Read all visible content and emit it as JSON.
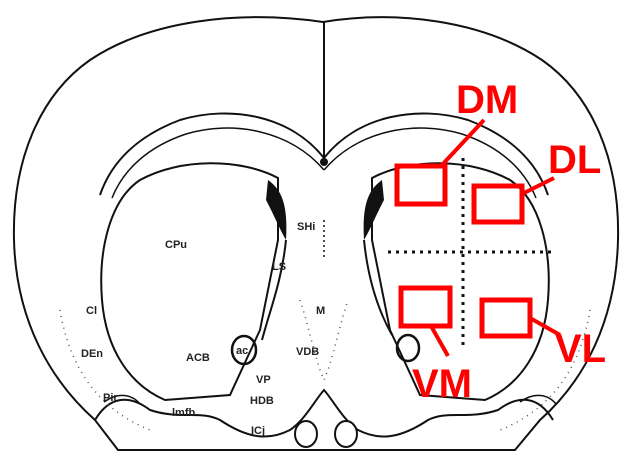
{
  "colors": {
    "outline": "#111111",
    "highlight": "#ff0000",
    "background": "#ffffff"
  },
  "anatomy_labels": {
    "cpu": "CPu",
    "shi": "SHi",
    "ls": "LS",
    "ci": "Cl",
    "m": "M",
    "den": "DEn",
    "acb": "ACB",
    "ac": "ac",
    "vdb": "VDB",
    "vp": "VP",
    "hdb": "HDB",
    "pir": "Pir",
    "icj": "ICj",
    "lmfb": "lmfb"
  },
  "region_labels": {
    "dm": "DM",
    "dl": "DL",
    "vm": "VM",
    "vl": "VL"
  }
}
